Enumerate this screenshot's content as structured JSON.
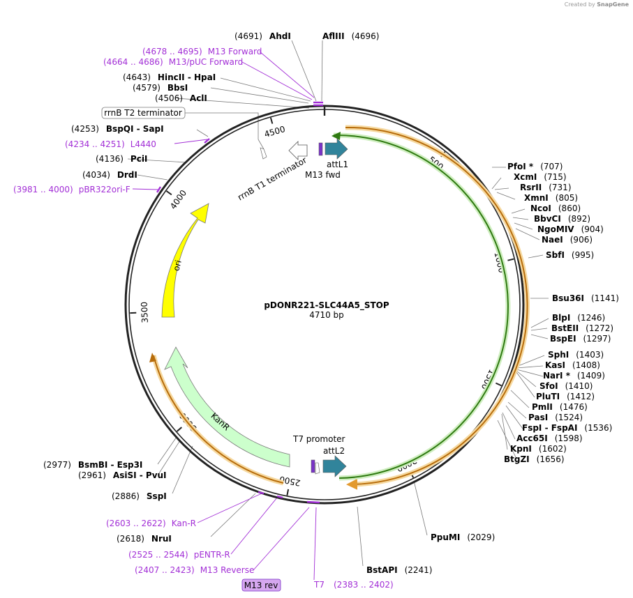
{
  "credit": {
    "prefix": "Created by",
    "brand": "SnapGene"
  },
  "plasmid": {
    "name": "pDONR221-SLC44A5_STOP",
    "length_text": "4710 bp",
    "length": 4710
  },
  "ticks": [
    "500",
    "1000",
    "1500",
    "2000",
    "2500",
    "3000",
    "3500",
    "4000",
    "4500"
  ],
  "sites": [
    {
      "pos": "(4691)",
      "name": "AhdI"
    },
    {
      "pos": "(4696)",
      "name": "AflIII"
    },
    {
      "pos": "(4643)",
      "name": "HincII  -  HpaI"
    },
    {
      "pos": "(4579)",
      "name": "BbsI"
    },
    {
      "pos": "(4506)",
      "name": "AclI"
    },
    {
      "pos": "(4253)",
      "name": "BspQI  -  SapI"
    },
    {
      "pos": "(4136)",
      "name": "PciI"
    },
    {
      "pos": "(4034)",
      "name": "DrdI"
    },
    {
      "pos": "(707)",
      "name": "PfoI *"
    },
    {
      "pos": "(715)",
      "name": "XcmI"
    },
    {
      "pos": "(731)",
      "name": "RsrII"
    },
    {
      "pos": "(805)",
      "name": "XmnI"
    },
    {
      "pos": "(860)",
      "name": "NcoI"
    },
    {
      "pos": "(892)",
      "name": "BbvCI"
    },
    {
      "pos": "(904)",
      "name": "NgoMIV"
    },
    {
      "pos": "(906)",
      "name": "NaeI"
    },
    {
      "pos": "(995)",
      "name": "SbfI"
    },
    {
      "pos": "(1141)",
      "name": "Bsu36I"
    },
    {
      "pos": "(1246)",
      "name": "BlpI"
    },
    {
      "pos": "(1272)",
      "name": "BstEII"
    },
    {
      "pos": "(1297)",
      "name": "BspEI"
    },
    {
      "pos": "(1403)",
      "name": "SphI"
    },
    {
      "pos": "(1408)",
      "name": "KasI"
    },
    {
      "pos": "(1409)",
      "name": "NarI *"
    },
    {
      "pos": "(1410)",
      "name": "SfoI"
    },
    {
      "pos": "(1412)",
      "name": "PluTI"
    },
    {
      "pos": "(1476)",
      "name": "PmlI"
    },
    {
      "pos": "(1524)",
      "name": "PasI"
    },
    {
      "pos": "(1536)",
      "name": "FspI  -  FspAI"
    },
    {
      "pos": "(1598)",
      "name": "Acc65I"
    },
    {
      "pos": "(1602)",
      "name": "KpnI"
    },
    {
      "pos": "(1656)",
      "name": "BtgZI"
    },
    {
      "pos": "(2029)",
      "name": "PpuMI"
    },
    {
      "pos": "(2241)",
      "name": "BstAPI"
    },
    {
      "pos": "(2618)",
      "name": "NruI"
    },
    {
      "pos": "(2886)",
      "name": "SspI"
    },
    {
      "pos": "(2961)",
      "name": "AsiSI  -  PvuI"
    },
    {
      "pos": "(2977)",
      "name": "BsmBI  -  Esp3I"
    }
  ],
  "primers": [
    {
      "range": "(4678 .. 4695)",
      "name": "M13 Forward"
    },
    {
      "range": "(4664 .. 4686)",
      "name": "M13/pUC Forward"
    },
    {
      "range": "(4234 .. 4251)",
      "name": "L4440"
    },
    {
      "range": "(3981 .. 4000)",
      "name": "pBR322ori-F"
    },
    {
      "range": "(2603 .. 2622)",
      "name": "Kan-R"
    },
    {
      "range": "(2525 .. 2544)",
      "name": "pENTR-R"
    },
    {
      "range": "(2407 .. 2423)",
      "name": "M13 Reverse"
    },
    {
      "range": "(2383 .. 2402)",
      "name": "T7"
    }
  ],
  "features": {
    "rrnb_t2": "rrnB T2 terminator",
    "rrnb_t1": "rrnB T1 terminator",
    "attl1": "attL1",
    "m13_fwd": "M13 fwd",
    "t7_promoter": "T7 promoter",
    "attl2": "attL2",
    "m13_rev": "M13 rev",
    "ori": "ori",
    "kanr": "KanR"
  },
  "colors": {
    "backbone": "#222222",
    "ori": "#ffff00",
    "kanr": "#ccffcc",
    "att": "#31849b",
    "orange_arc": "#e39a2f",
    "green_arc": "#2e9a16",
    "primer": "#a22ed6"
  }
}
